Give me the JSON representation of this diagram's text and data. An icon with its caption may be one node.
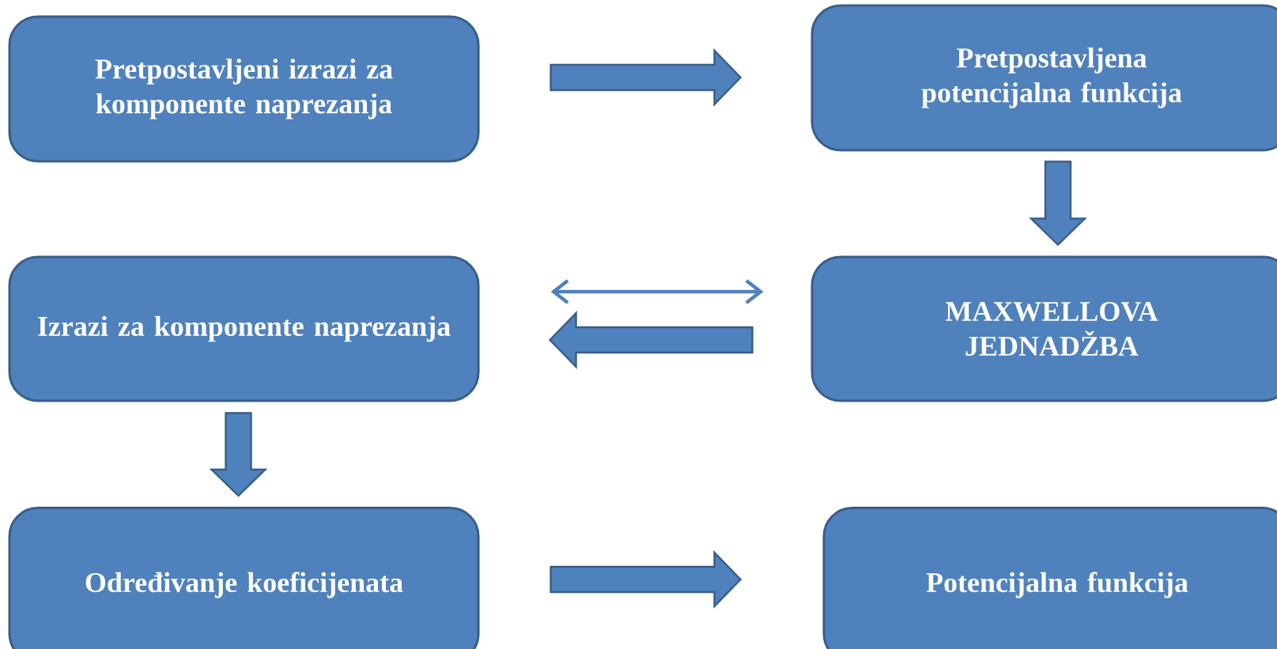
{
  "diagram": {
    "nodes": [
      {
        "text": [
          "Pretpostavljeni izrazi za komponente naprezanja"
        ]
      },
      {
        "text": [
          "Pretpostavljena potencijalna funkcija"
        ]
      },
      {
        "text": [
          "Izrazi za komponente naprezanja"
        ]
      },
      {
        "text": [
          "MAXWELLOVA JEDNADŽBA"
        ]
      },
      {
        "text": [
          "Određivanje koeficijenata"
        ]
      },
      {
        "text": [
          "Potencijalna funkcija"
        ]
      }
    ],
    "edges": [
      {
        "from": 0,
        "to": 1,
        "arrow": "to"
      },
      {
        "from": 1,
        "to": 3,
        "arrow": "to"
      },
      {
        "from": 2,
        "to": 3,
        "arrow": "both"
      },
      {
        "from": 3,
        "to": 2,
        "arrow": "to"
      },
      {
        "from": 2,
        "to": 4,
        "arrow": "to"
      },
      {
        "from": 4,
        "to": 5,
        "arrow": "to"
      }
    ]
  }
}
